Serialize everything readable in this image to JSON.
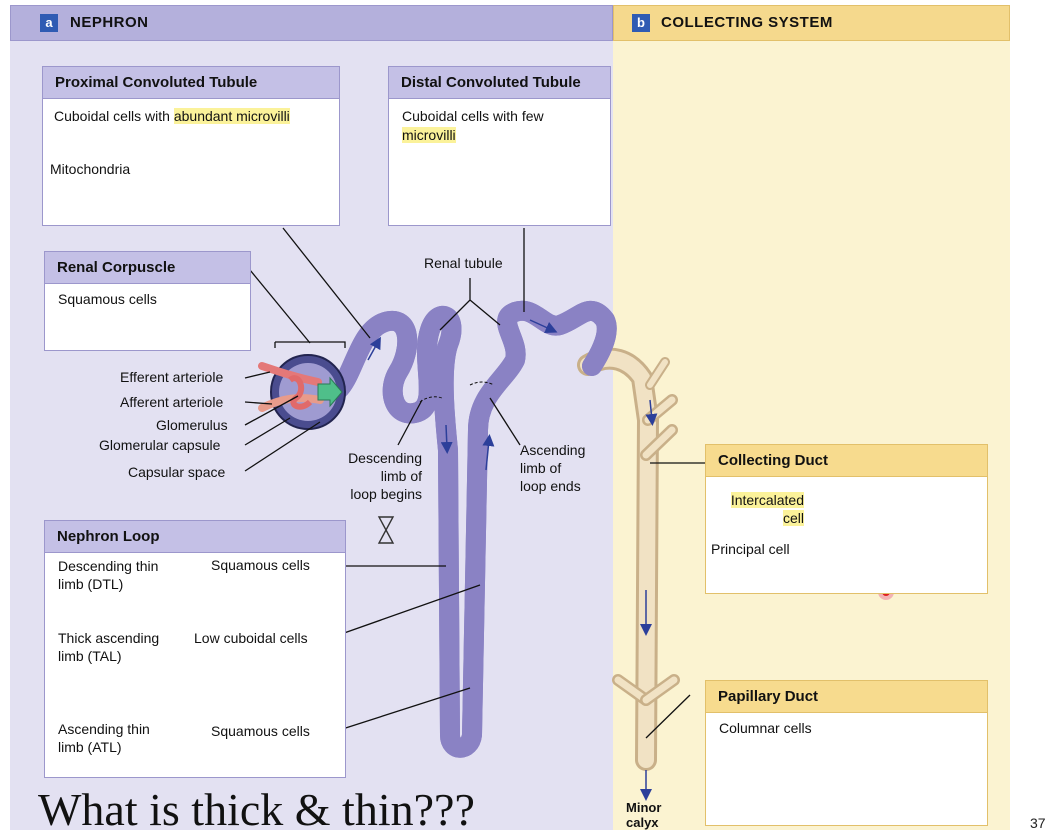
{
  "panel_a": {
    "badge": "a",
    "title": "NEPHRON"
  },
  "panel_b": {
    "badge": "b",
    "title": "COLLECTING SYSTEM"
  },
  "pct": {
    "title": "Proximal Convoluted Tubule",
    "desc_prefix": "Cuboidal cells with ",
    "desc_highlight": "abundant microvilli",
    "mito_label": "Mitochondria"
  },
  "dct": {
    "title": "Distal Convoluted Tubule",
    "desc_line1": "Cuboidal cells with few",
    "desc_highlight": "microvilli"
  },
  "renal_corpuscle": {
    "title": "Renal Corpuscle",
    "desc": "Squamous cells"
  },
  "renal_tubule_label": "Renal tubule",
  "corpuscle_labels": {
    "efferent": "Efferent arteriole",
    "afferent": "Afferent arteriole",
    "glomerulus": "Glomerulus",
    "capsule": "Glomerular capsule",
    "space": "Capsular space"
  },
  "descending_label": {
    "l1": "Descending",
    "l2": "limb of",
    "l3": "loop begins"
  },
  "ascending_label": {
    "l1": "Ascending",
    "l2": "limb of",
    "l3": "loop ends"
  },
  "nephron_loop": {
    "title": "Nephron Loop",
    "dtl_name_l1": "Descending thin",
    "dtl_name_l2": "limb (DTL)",
    "dtl_cells": "Squamous cells",
    "tal_name_l1": "Thick ascending",
    "tal_name_l2": "limb (TAL)",
    "tal_cells": "Low cuboidal cells",
    "atl_name_l1": "Ascending thin",
    "atl_name_l2": "limb (ATL)",
    "atl_cells": "Squamous cells"
  },
  "collecting_duct": {
    "title": "Collecting Duct",
    "intercalated_l1": "Intercalated",
    "intercalated_l2": "cell",
    "principal": "Principal cell"
  },
  "papillary_duct": {
    "title": "Papillary Duct",
    "desc": "Columnar cells"
  },
  "minor_calyx": {
    "l1": "Minor",
    "l2": "calyx"
  },
  "overlay_question": "What is thick & thin???",
  "page_number": "37",
  "colors": {
    "tubule": "#b9b3dd",
    "duct": "#ead6b0",
    "arrow": "#2c3f9a",
    "cell": "#e6e2f4",
    "nucleus": "#8b97b8"
  }
}
